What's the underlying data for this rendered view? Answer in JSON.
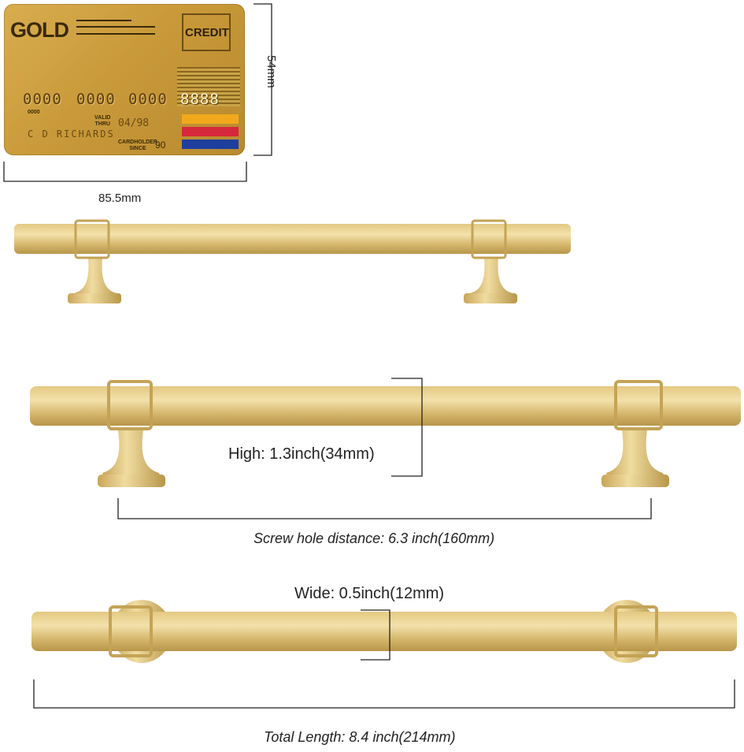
{
  "card": {
    "brand": "GOLD",
    "type": "CREDIT",
    "number_groups": [
      "0000",
      "0000",
      "0000",
      "8888"
    ],
    "small_number": "0000",
    "valid_label": "VALID\nTHRU",
    "valid_date": "04/98",
    "holder_name": "C D RICHARDS",
    "since_label": "CARDHOLDER\nSINCE",
    "since_year": "90",
    "flag_colors": [
      "#f2a81d",
      "#d6283b",
      "#1f3f9e"
    ]
  },
  "dimensions": {
    "card_height": "54mm",
    "card_width": "85.5mm",
    "high": "High: 1.3inch(34mm)",
    "screw_hole": "Screw hole distance: 6.3 inch(160mm)",
    "wide": "Wide: 0.5inch(12mm)",
    "total_length": "Total Length: 8.4 inch(214mm)"
  },
  "colors": {
    "brass_light": "#f0dca0",
    "brass_mid": "#d9bd74",
    "brass_dark": "#b8964a"
  }
}
